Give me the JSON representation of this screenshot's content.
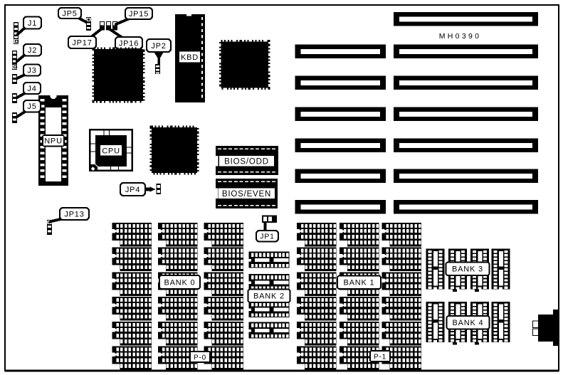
{
  "board": {
    "part_number": "MH0390",
    "ink_color": "#000000",
    "background_color": "#ffffff"
  },
  "callouts": {
    "j1": "J1",
    "j2": "J2",
    "j3": "J3",
    "j4": "J4",
    "j5": "J5",
    "jp1": "JP1",
    "jp2": "JP2",
    "jp4": "JP4",
    "jp5": "JP5",
    "jp13": "JP13",
    "jp15": "JP15",
    "jp16": "JP16",
    "jp17": "JP17"
  },
  "chips": {
    "kbd": "KBD",
    "cpu": "CPU",
    "npu": "NPU",
    "bios_odd": "BIOS/ODD",
    "bios_even": "BIOS/EVEN"
  },
  "memory": {
    "bank0": "BANK 0",
    "bank1": "BANK 1",
    "bank2": "BANK 2",
    "bank3": "BANK 3",
    "bank4": "BANK 4",
    "p0": "P-0",
    "p1": "P-1"
  }
}
